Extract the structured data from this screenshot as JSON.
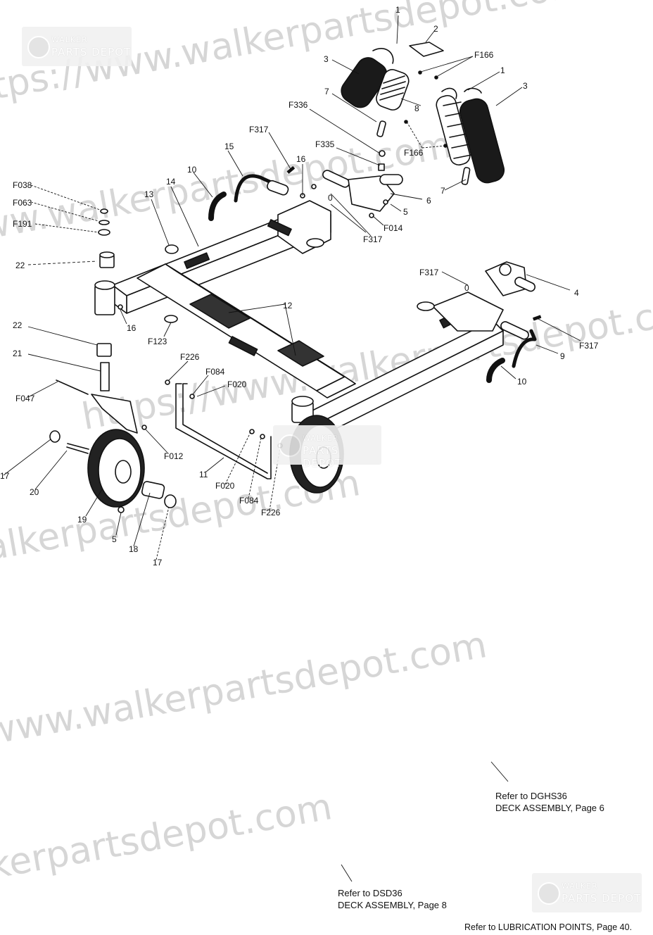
{
  "watermark": {
    "text": "https://www.walkerpartsdepot.com",
    "brand_line1": "WALKER",
    "brand_line2": "PARTS DEPOT"
  },
  "callouts": {
    "c1a": "1",
    "c2": "2",
    "c3a": "3",
    "F166a": "F166",
    "c1b": "1",
    "c3b": "3",
    "c7a": "7",
    "c8a": "8",
    "F336": "F336",
    "F317a": "F317",
    "F335": "F335",
    "F166b": "F166",
    "c15": "15",
    "c16a": "16",
    "c10a": "10",
    "c0a": "0",
    "c6": "6",
    "c7b": "7",
    "F038": "F038",
    "F063": "F063",
    "F191": "F191",
    "c13": "13",
    "c14": "14",
    "c5a": "5",
    "F014": "F014",
    "F317b": "F317",
    "c22a": "22",
    "F317c": "F317",
    "c0b": "0",
    "c4": "4",
    "c16b": "16",
    "c12": "12",
    "F123": "F123",
    "F317d": "F317",
    "c9": "9",
    "c22b": "22",
    "c21": "21",
    "F226a": "F226",
    "F084a": "F084",
    "F020a": "F020",
    "c10b": "10",
    "F047": "F047",
    "F012": "F012",
    "c11": "11",
    "c17a": "17",
    "c20": "20",
    "F020b": "F020",
    "F084b": "F084",
    "F226b": "F226",
    "c19": "19",
    "c5b": "5",
    "c18": "18",
    "c17b": "17"
  },
  "references": {
    "dghs36_line1": "Refer to DGHS36",
    "dghs36_line2": "DECK ASSEMBLY, Page 6",
    "dsd36_line1": "Refer to DSD36",
    "dsd36_line2": "DECK ASSEMBLY, Page 8",
    "lubrication": "Refer to LUBRICATION POINTS, Page 40."
  },
  "colors": {
    "line": "#111111",
    "watermark": "#d6d6d6",
    "grip": "#1a1a1a"
  }
}
